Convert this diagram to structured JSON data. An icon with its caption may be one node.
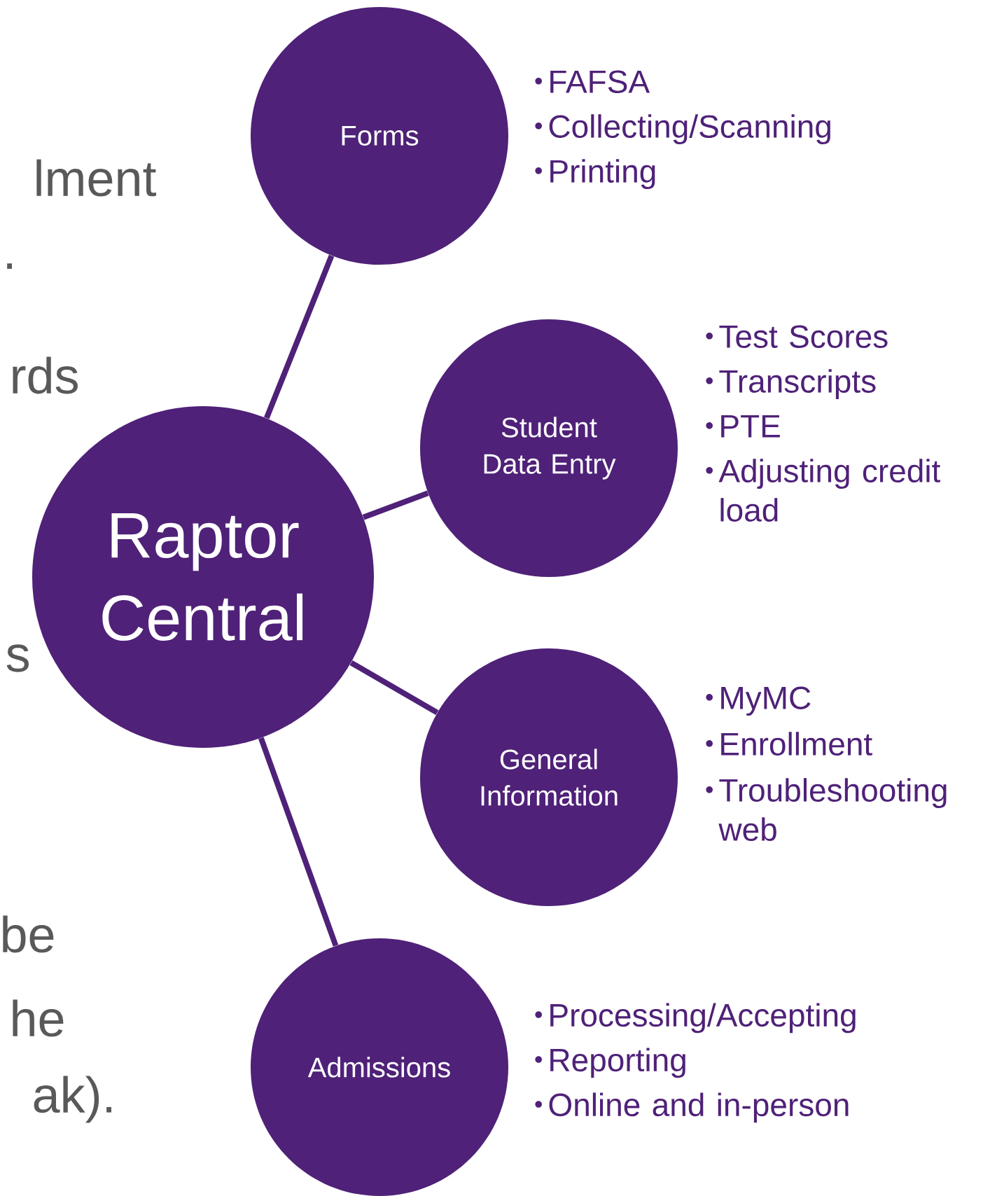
{
  "diagram": {
    "nodes": [
      {
        "text": [
          "Raptor Central"
        ]
      },
      {
        "text": [
          "Forms"
        ],
        "beside": [
          "FAFSA",
          "Collecting/Scanning",
          "Printing"
        ]
      },
      {
        "text": [
          "Student Data Entry"
        ],
        "beside": [
          "Test Scores",
          "Transcripts",
          "PTE",
          "Adjusting credit load"
        ]
      },
      {
        "text": [
          "General Information"
        ],
        "beside": [
          "MyMC",
          "Enrollment",
          "Troubleshooting web"
        ]
      },
      {
        "text": [
          "Admissions"
        ],
        "beside": [
          "Processing/Accepting",
          "Reporting",
          "Online and in-person"
        ]
      }
    ],
    "edges": [
      {
        "from": 0,
        "to": 1,
        "arrow": "none"
      },
      {
        "from": 0,
        "to": 2,
        "arrow": "none"
      },
      {
        "from": 0,
        "to": 3,
        "arrow": "none"
      },
      {
        "from": 0,
        "to": 4,
        "arrow": "none"
      }
    ],
    "labels": [
      "lment",
      ".",
      "rds",
      "s",
      "be",
      "he",
      "ak)."
    ]
  }
}
